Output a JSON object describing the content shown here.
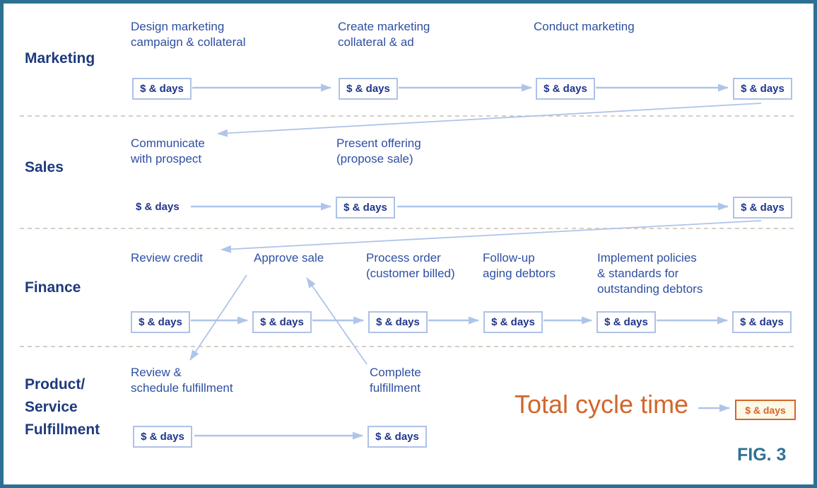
{
  "colors": {
    "frame": "#2c7093",
    "navy": "#1e3a7d",
    "task-blue": "#2e4fa3",
    "box-navy": "#20368c",
    "box-border": "#aec2e7",
    "arrow": "#afc4e9",
    "separator": "#d8cec3",
    "orange": "#d2662b",
    "cream": "#fdf8e8",
    "fig-teal": "#2d7195"
  },
  "cost_label": "$ & days",
  "lanes": [
    {
      "label": "Marketing",
      "tasks": [
        "Design marketing\ncampaign & collateral",
        "Create marketing\ncollateral & ad",
        "Conduct marketing"
      ]
    },
    {
      "label": "Sales",
      "tasks": [
        "Communicate\nwith prospect",
        "Present offering\n(propose sale)"
      ]
    },
    {
      "label": "Finance",
      "tasks": [
        "Review credit",
        "Approve sale",
        "Process order\n(customer billed)",
        "Follow-up\naging debtors",
        "Implement policies\n& standards for\noutstanding debtors"
      ]
    },
    {
      "label": "Product/\nService\nFulfillment",
      "tasks": [
        "Review &\nschedule fulfillment",
        "Complete\nfulfillment"
      ]
    }
  ],
  "total_cycle": {
    "label": "Total cycle time",
    "box_label": "$ & days"
  },
  "figure_label": "FIG. 3"
}
